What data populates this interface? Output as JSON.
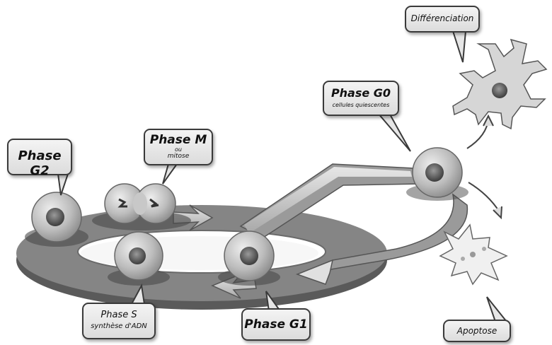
{
  "labels": {
    "g2": {
      "title": "Phase G2"
    },
    "m": {
      "title": "Phase M",
      "line1": "ou",
      "line2": "mitose"
    },
    "g0": {
      "title": "Phase G0",
      "subtitle": "cellules quiescentes"
    },
    "s": {
      "title": "Phase S",
      "subtitle": "synthèse d'ADN"
    },
    "g1": {
      "title": "Phase G1"
    },
    "differentiation": {
      "title": "Différenciation"
    },
    "apoptosis": {
      "title": "Apoptose"
    }
  },
  "colors": {
    "ring": "#7d7d7d",
    "ring_dark": "#555555",
    "cell": "#bdbdbd",
    "nucleus": "#4a4a4a",
    "bubble_border": "#3a3a3a"
  }
}
